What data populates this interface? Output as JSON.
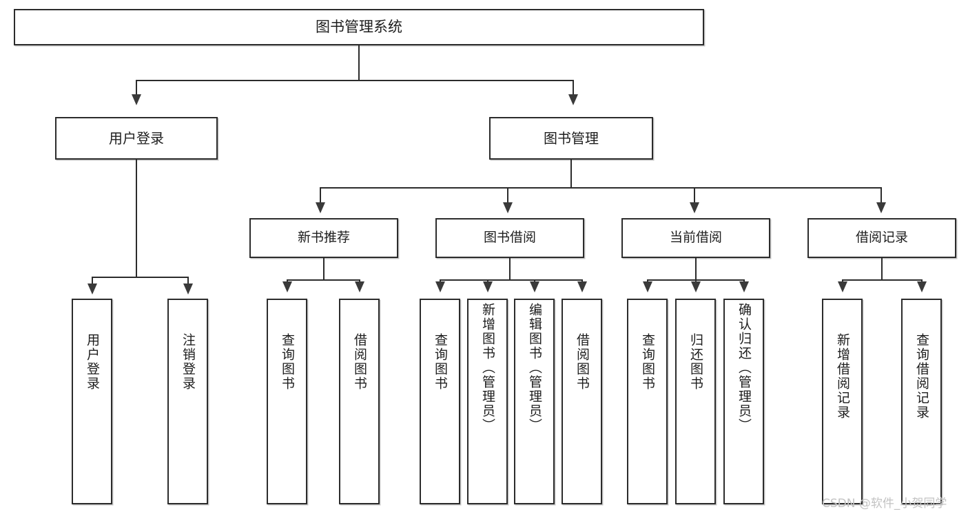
{
  "diagram": {
    "title": "图书管理系统",
    "type": "tree/hierarchy-functional-structure",
    "root": {
      "id": "root",
      "label": "图书管理系统"
    },
    "level2": [
      {
        "id": "user-login",
        "label": "用户登录"
      },
      {
        "id": "book-mgmt",
        "label": "图书管理"
      }
    ],
    "level3": [
      {
        "id": "new-book-rec",
        "label": "新书推荐"
      },
      {
        "id": "book-borrow",
        "label": "图书借阅"
      },
      {
        "id": "current-borrow",
        "label": "当前借阅"
      },
      {
        "id": "borrow-record",
        "label": "借阅记录"
      }
    ],
    "leaves": {
      "user-login": [
        {
          "id": "leaf-user-login",
          "label": "用户登录"
        },
        {
          "id": "leaf-user-logout",
          "label": "注销登录"
        }
      ],
      "new-book-rec": [
        {
          "id": "leaf-query-book-1",
          "label": "查询图书"
        },
        {
          "id": "leaf-borrow-book-1",
          "label": "借阅图书"
        }
      ],
      "book-borrow": [
        {
          "id": "leaf-query-book-2",
          "label": "查询图书"
        },
        {
          "id": "leaf-add-book",
          "label": "新增图书（管理员）"
        },
        {
          "id": "leaf-edit-book",
          "label": "编辑图书（管理员）"
        },
        {
          "id": "leaf-borrow-book-2",
          "label": "借阅图书"
        }
      ],
      "current-borrow": [
        {
          "id": "leaf-query-book-3",
          "label": "查询图书"
        },
        {
          "id": "leaf-return-book",
          "label": "归还图书"
        },
        {
          "id": "leaf-confirm-return",
          "label": "确认归还（管理员）"
        }
      ],
      "borrow-record": [
        {
          "id": "leaf-add-record",
          "label": "新增借阅记录"
        },
        {
          "id": "leaf-query-record",
          "label": "查询借阅记录"
        }
      ]
    }
  },
  "watermark": {
    "text": "CSDN @软件_小贺同学"
  },
  "colors": {
    "border": "#2b2b2b",
    "background": "#ffffff",
    "text": "#1d1d1d",
    "connector": "#3a3a3a",
    "watermark": "#c3c3c3"
  }
}
